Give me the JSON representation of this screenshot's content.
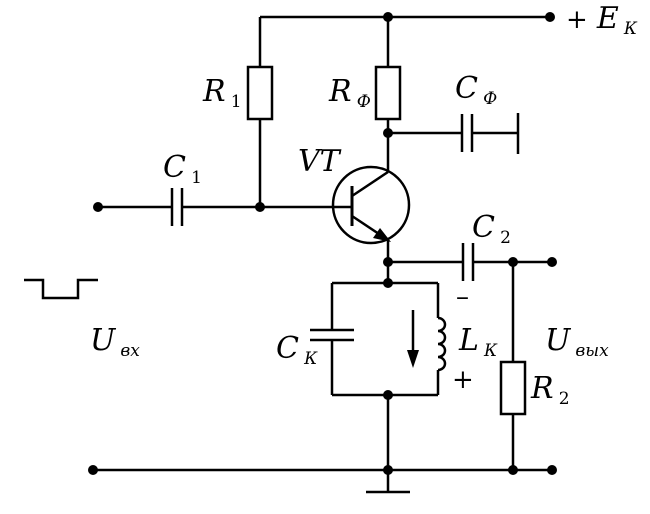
{
  "labels": {
    "supply": {
      "sign": "+",
      "main": "E",
      "sub": "К"
    },
    "r1": {
      "main": "R",
      "sub": "1"
    },
    "rf": {
      "main": "R",
      "sub": "Ф"
    },
    "cf": {
      "main": "C",
      "sub": "Ф"
    },
    "c1": {
      "main": "C",
      "sub": "1"
    },
    "vt": {
      "main": "VT"
    },
    "c2": {
      "main": "C",
      "sub": "2"
    },
    "ck": {
      "main": "C",
      "sub": "К"
    },
    "lk": {
      "main": "L",
      "sub": "К"
    },
    "r2": {
      "main": "R",
      "sub": "2"
    },
    "uin": {
      "main": "U",
      "sub": "вх"
    },
    "uout": {
      "main": "U",
      "sub": "вых"
    },
    "minus_sign": "–",
    "plus_sign": "+"
  },
  "colors": {
    "line": "#000000",
    "background": "#ffffff"
  }
}
